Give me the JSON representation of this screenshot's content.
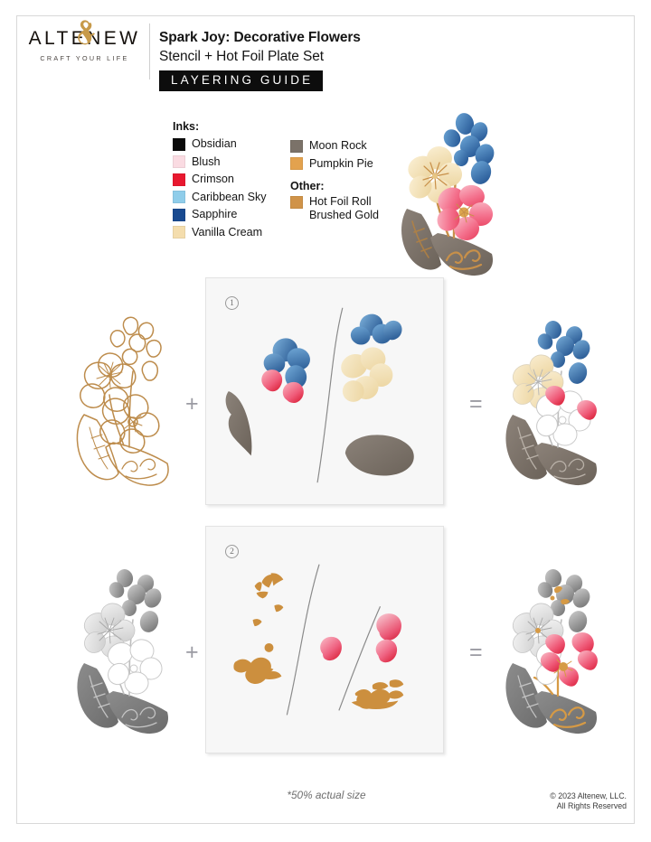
{
  "brand": {
    "logo_text": "ALTENEW",
    "tagline": "CRAFT YOUR LIFE",
    "logo_gold": "#c79a4a"
  },
  "header": {
    "title": "Spark Joy: Decorative Flowers",
    "subtitle": "Stencil + Hot Foil Plate Set",
    "badge": "LAYERING GUIDE"
  },
  "legend": {
    "inks_heading": "Inks:",
    "other_heading": "Other:",
    "inks_left": [
      {
        "name": "Obsidian",
        "color": "#0a0a0a"
      },
      {
        "name": "Blush",
        "color": "#fadbe2"
      },
      {
        "name": "Crimson",
        "color": "#e8182f"
      },
      {
        "name": "Caribbean Sky",
        "color": "#8fcdea"
      },
      {
        "name": "Sapphire",
        "color": "#194a90"
      },
      {
        "name": "Vanilla Cream",
        "color": "#f4ddad"
      }
    ],
    "inks_right": [
      {
        "name": "Moon Rock",
        "color": "#7b7269"
      },
      {
        "name": "Pumpkin Pie",
        "color": "#e3a24e"
      }
    ],
    "other": [
      {
        "name": "Hot Foil Roll\nBrushed Gold",
        "line1": "Hot Foil Roll",
        "line2": "Brushed Gold",
        "color": "#d09349"
      }
    ]
  },
  "steps": [
    {
      "number": "①",
      "label": "1"
    },
    {
      "number": "②",
      "label": "2"
    }
  ],
  "operators": {
    "plus": "+",
    "equals": "="
  },
  "footer": {
    "scale_note": "*50% actual size",
    "copyright_line1": "© 2023 Altenew, LLC.",
    "copyright_line2": "All Rights Reserved"
  },
  "artwork": {
    "hero_alt": "finished-bouquet-color",
    "row1_left_alt": "gold-foil-outline-bouquet",
    "row1_right_alt": "bouquet-after-step-1",
    "row2_left_alt": "grayscale-bouquet",
    "row2_right_alt": "bouquet-after-step-2",
    "palette": {
      "gold": "#c08a42",
      "gold_light": "#e0b071",
      "sapphire": "#2b5f9e",
      "sapphire_dark": "#1b4077",
      "caribbean": "#87c2e4",
      "vanilla": "#f2e0b4",
      "crimson": "#e02a3f",
      "blush": "#f6b9c4",
      "moonrock": "#716a62",
      "moonrock_light": "#9a938b",
      "pumpkin": "#d89a46",
      "gray_mid": "#9c9c9c",
      "gray_light": "#d9d9d9",
      "gray_dark": "#6b6b6b",
      "stem_line": "#8a8a8a"
    }
  }
}
